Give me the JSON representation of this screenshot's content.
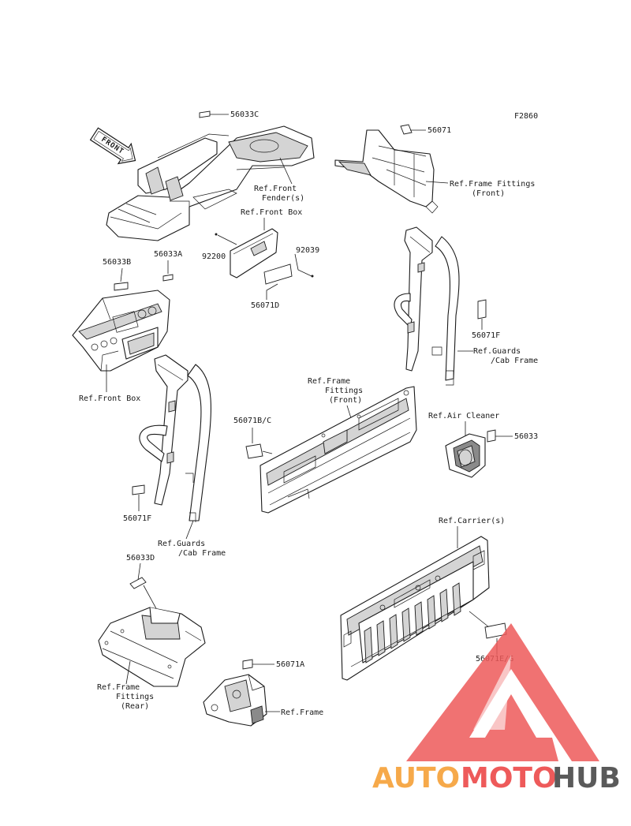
{
  "figure_code": "F2860",
  "front_arrow": "FRONT",
  "labels": {
    "p56033C": "56033C",
    "ref_front_fender_1": "Ref.Front",
    "ref_front_fender_2": "Fender(s)",
    "p56071": "56071",
    "ref_frame_fittings_front_a1": "Ref.Frame Fittings",
    "ref_frame_fittings_front_a2": "(Front)",
    "ref_front_box_top": "Ref.Front Box",
    "p92200": "92200",
    "p92039": "92039",
    "p56071D": "56071D",
    "p56033B": "56033B",
    "p56033A": "56033A",
    "ref_front_box_bottom": "Ref.Front Box",
    "p56071F_right": "56071F",
    "ref_guards_right_1": "Ref.Guards",
    "ref_guards_right_2": "/Cab Frame",
    "ref_frame_fittings_front_b1": "Ref.Frame",
    "ref_frame_fittings_front_b2": "Fittings",
    "ref_frame_fittings_front_b3": "(Front)",
    "p56071BC": "56071B/C",
    "ref_air_cleaner": "Ref.Air Cleaner",
    "p56033": "56033",
    "p56071F_left": "56071F",
    "ref_guards_left_1": "Ref.Guards",
    "ref_guards_left_2": "/Cab Frame",
    "ref_carriers": "Ref.Carrier(s)",
    "p56033D": "56033D",
    "p56071EG": "56071E/G",
    "ref_frame_fittings_rear_1": "Ref.Frame",
    "ref_frame_fittings_rear_2": "Fittings",
    "ref_frame_fittings_rear_3": "(Rear)",
    "p56071A": "56071A",
    "ref_frame": "Ref.Frame"
  },
  "watermark": {
    "text_auto": "AUTO",
    "text_moto": "MOTO",
    "text_hub": "HUB",
    "color_orange": "#f6a94a",
    "color_red": "#ee5a5a",
    "color_gray": "#5a5a5a"
  }
}
